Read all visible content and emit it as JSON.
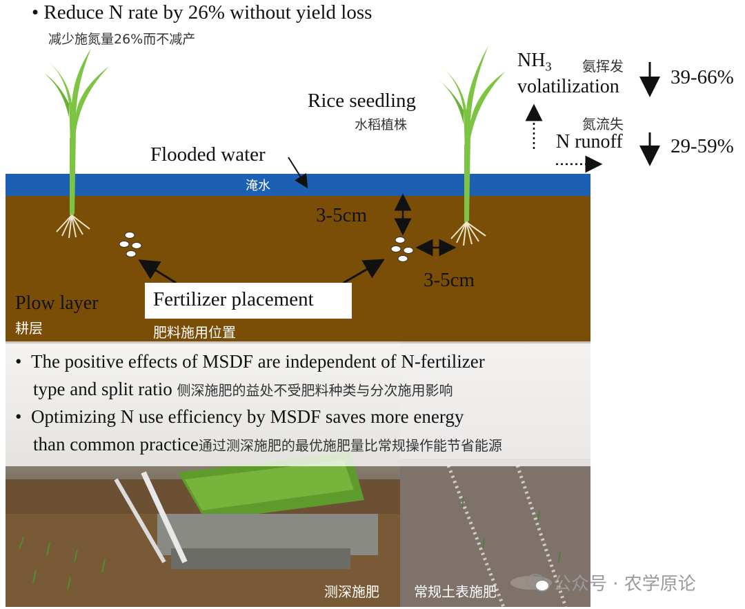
{
  "top": {
    "bullet": "•",
    "title_en": "Reduce N rate by 26% without yield loss",
    "title_cn": "减少施氮量26%而不减产"
  },
  "labels": {
    "rice_seedling_en": "Rice seedling",
    "rice_seedling_cn": "水稻植株",
    "flooded_water_en": "Flooded water",
    "flooded_water_cn": "淹水",
    "depth_vertical": "3-5cm",
    "depth_horizontal": "3-5cm",
    "plow_layer_en": "Plow layer",
    "plow_layer_cn": "耕层",
    "fertilizer_placement_en": "Fertilizer placement",
    "fertilizer_placement_cn": "肥料施用位置"
  },
  "losses": {
    "nh3_en": "NH",
    "nh3_sub": "3",
    "volatilization_en": "volatilization",
    "volatilization_cn": "氨挥发",
    "volatilization_pct": "39-66%",
    "runoff_en": "N runoff",
    "runoff_cn": "氮流失",
    "runoff_pct": "29-59%"
  },
  "bullets": [
    {
      "line1": "The positive effects of MSDF are independent of N-fertilizer",
      "line2_en": "type and split ratio",
      "line2_cn": "侧深施肥的益处不受肥料种类与分次施用影响"
    },
    {
      "line1": "Optimizing N use efficiency by MSDF saves more energy",
      "line2_en": "than common practice",
      "line2_cn": "通过测深施肥的最优施肥量比常规操作能节省能源"
    }
  ],
  "captions": {
    "left": "测深施肥",
    "right": "常规土表施肥"
  },
  "watermark": "公众号 · 农学原论",
  "colors": {
    "water": "#1c5fb3",
    "soil": "#7a4e07",
    "plant": "#7cc442",
    "roots": "#efe6cc"
  }
}
